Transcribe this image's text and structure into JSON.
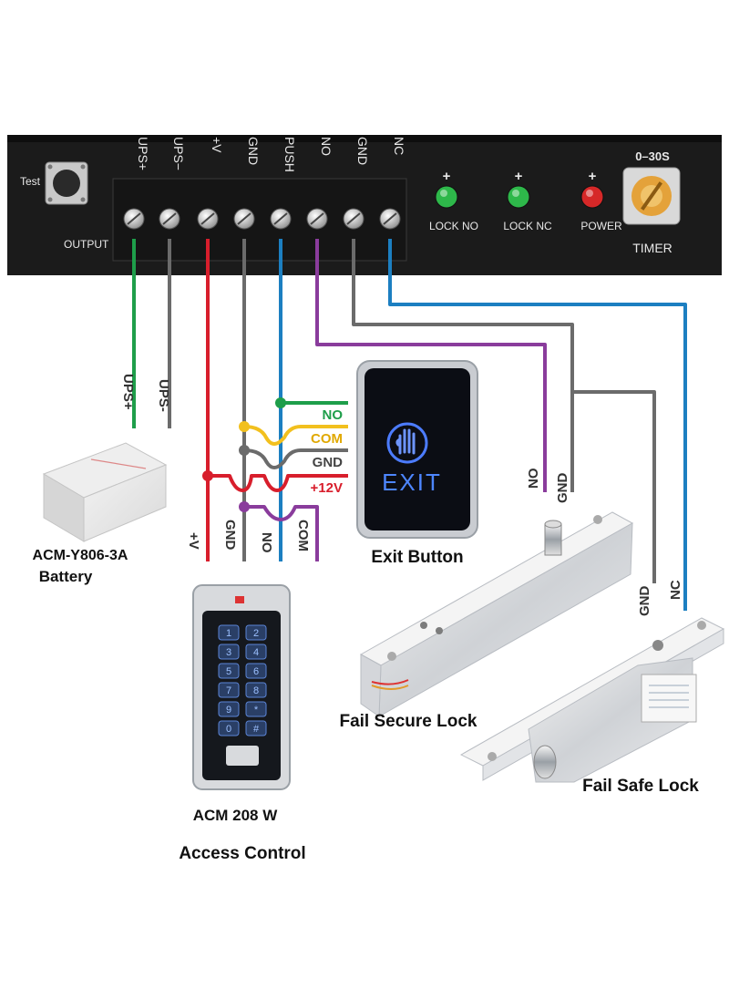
{
  "controller": {
    "test_label": "Test",
    "output_label": "OUTPUT",
    "terminals": [
      "UPS+",
      "UPS−",
      "+V",
      "GND",
      "PUSH",
      "NO",
      "GND",
      "NC"
    ],
    "leds": [
      {
        "label": "LOCK NO",
        "color": "#2eb84a"
      },
      {
        "label": "LOCK NC",
        "color": "#2eb84a"
      },
      {
        "label": "POWER",
        "color": "#d62828"
      }
    ],
    "led_plus": "+",
    "timer_range": "0–30S",
    "timer_label": "TIMER"
  },
  "wire_colors": {
    "green": "#1e9e4a",
    "gray": "#6b6b6b",
    "red": "#d81e2c",
    "blue": "#1c7fc1",
    "purple": "#8a3c9c",
    "yellow": "#f2c01e"
  },
  "wire_labels": {
    "ups_plus": "UPS+",
    "ups_minus": "UPS-",
    "keypad_v": "+V",
    "keypad_gnd": "GND",
    "keypad_no": "NO",
    "keypad_com": "COM",
    "exit_no": "NO",
    "exit_com": "COM",
    "exit_gnd": "GND",
    "exit_12v": "+12V",
    "fail_secure_no": "NO",
    "fail_secure_gnd": "GND",
    "fail_safe_gnd": "GND",
    "fail_safe_nc": "NC"
  },
  "devices": {
    "battery_model": "ACM-Y806-3A",
    "battery_name": "Battery",
    "exit_button_text": "EXIT",
    "exit_button_caption": "Exit Button",
    "fail_secure_caption": "Fail Secure Lock",
    "fail_safe_caption": "Fail Safe Lock",
    "keypad_model": "ACM 208 W",
    "keypad_caption": "Access Control",
    "keypad_keys": [
      "1",
      "2",
      "3",
      "4",
      "5",
      "6",
      "7",
      "8",
      "9",
      "*",
      "0",
      "#"
    ]
  }
}
